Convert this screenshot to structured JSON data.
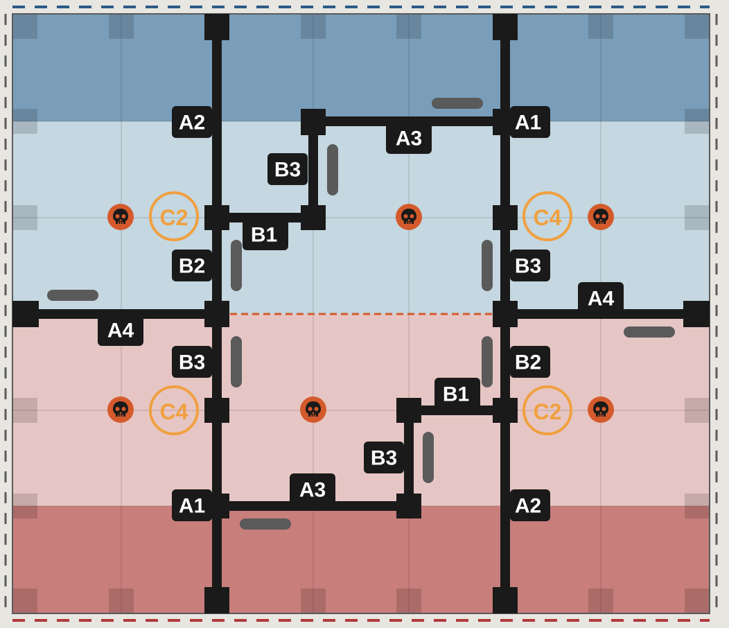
{
  "colors": {
    "background": "#e8e6e1",
    "blue_deploy": "#7a9eba",
    "blue_zone": "#c5d7e0",
    "red_zone": "#e6c6c4",
    "red_deploy": "#c87e7b",
    "wall": "#1a1a1a",
    "barricade": "#5a5a5a",
    "objective": "#f0a040",
    "skull_badge": "#d45a2c",
    "blue_border": "#2c5a86",
    "red_border": "#b03a3a",
    "side_border": "#5a5a5a",
    "centre_line": "#d45a2c"
  },
  "icons": {
    "skull": "skull-icon",
    "objective": "objective-marker-icon"
  },
  "wall_labels": [
    {
      "id": "a2-top-left",
      "text": "A2"
    },
    {
      "id": "a3-top",
      "text": "A3"
    },
    {
      "id": "a1-top-right",
      "text": "A1"
    },
    {
      "id": "b3-top-left",
      "text": "B3"
    },
    {
      "id": "b1-top",
      "text": "B1"
    },
    {
      "id": "b2-top-left",
      "text": "B2"
    },
    {
      "id": "b3-top-right",
      "text": "B3"
    },
    {
      "id": "a4-right",
      "text": "A4"
    },
    {
      "id": "a4-left",
      "text": "A4"
    },
    {
      "id": "b3-bottom-left",
      "text": "B3"
    },
    {
      "id": "b2-bottom-right",
      "text": "B2"
    },
    {
      "id": "b1-bottom",
      "text": "B1"
    },
    {
      "id": "b3-bottom",
      "text": "B3"
    },
    {
      "id": "a3-bottom",
      "text": "A3"
    },
    {
      "id": "a1-bottom-left",
      "text": "A1"
    },
    {
      "id": "a2-bottom-right",
      "text": "A2"
    }
  ],
  "objectives": [
    {
      "id": "c2-top-left",
      "text": "C2"
    },
    {
      "id": "c4-top-right",
      "text": "C4"
    },
    {
      "id": "c4-bottom-left",
      "text": "C4"
    },
    {
      "id": "c2-bottom-right",
      "text": "C2"
    }
  ]
}
